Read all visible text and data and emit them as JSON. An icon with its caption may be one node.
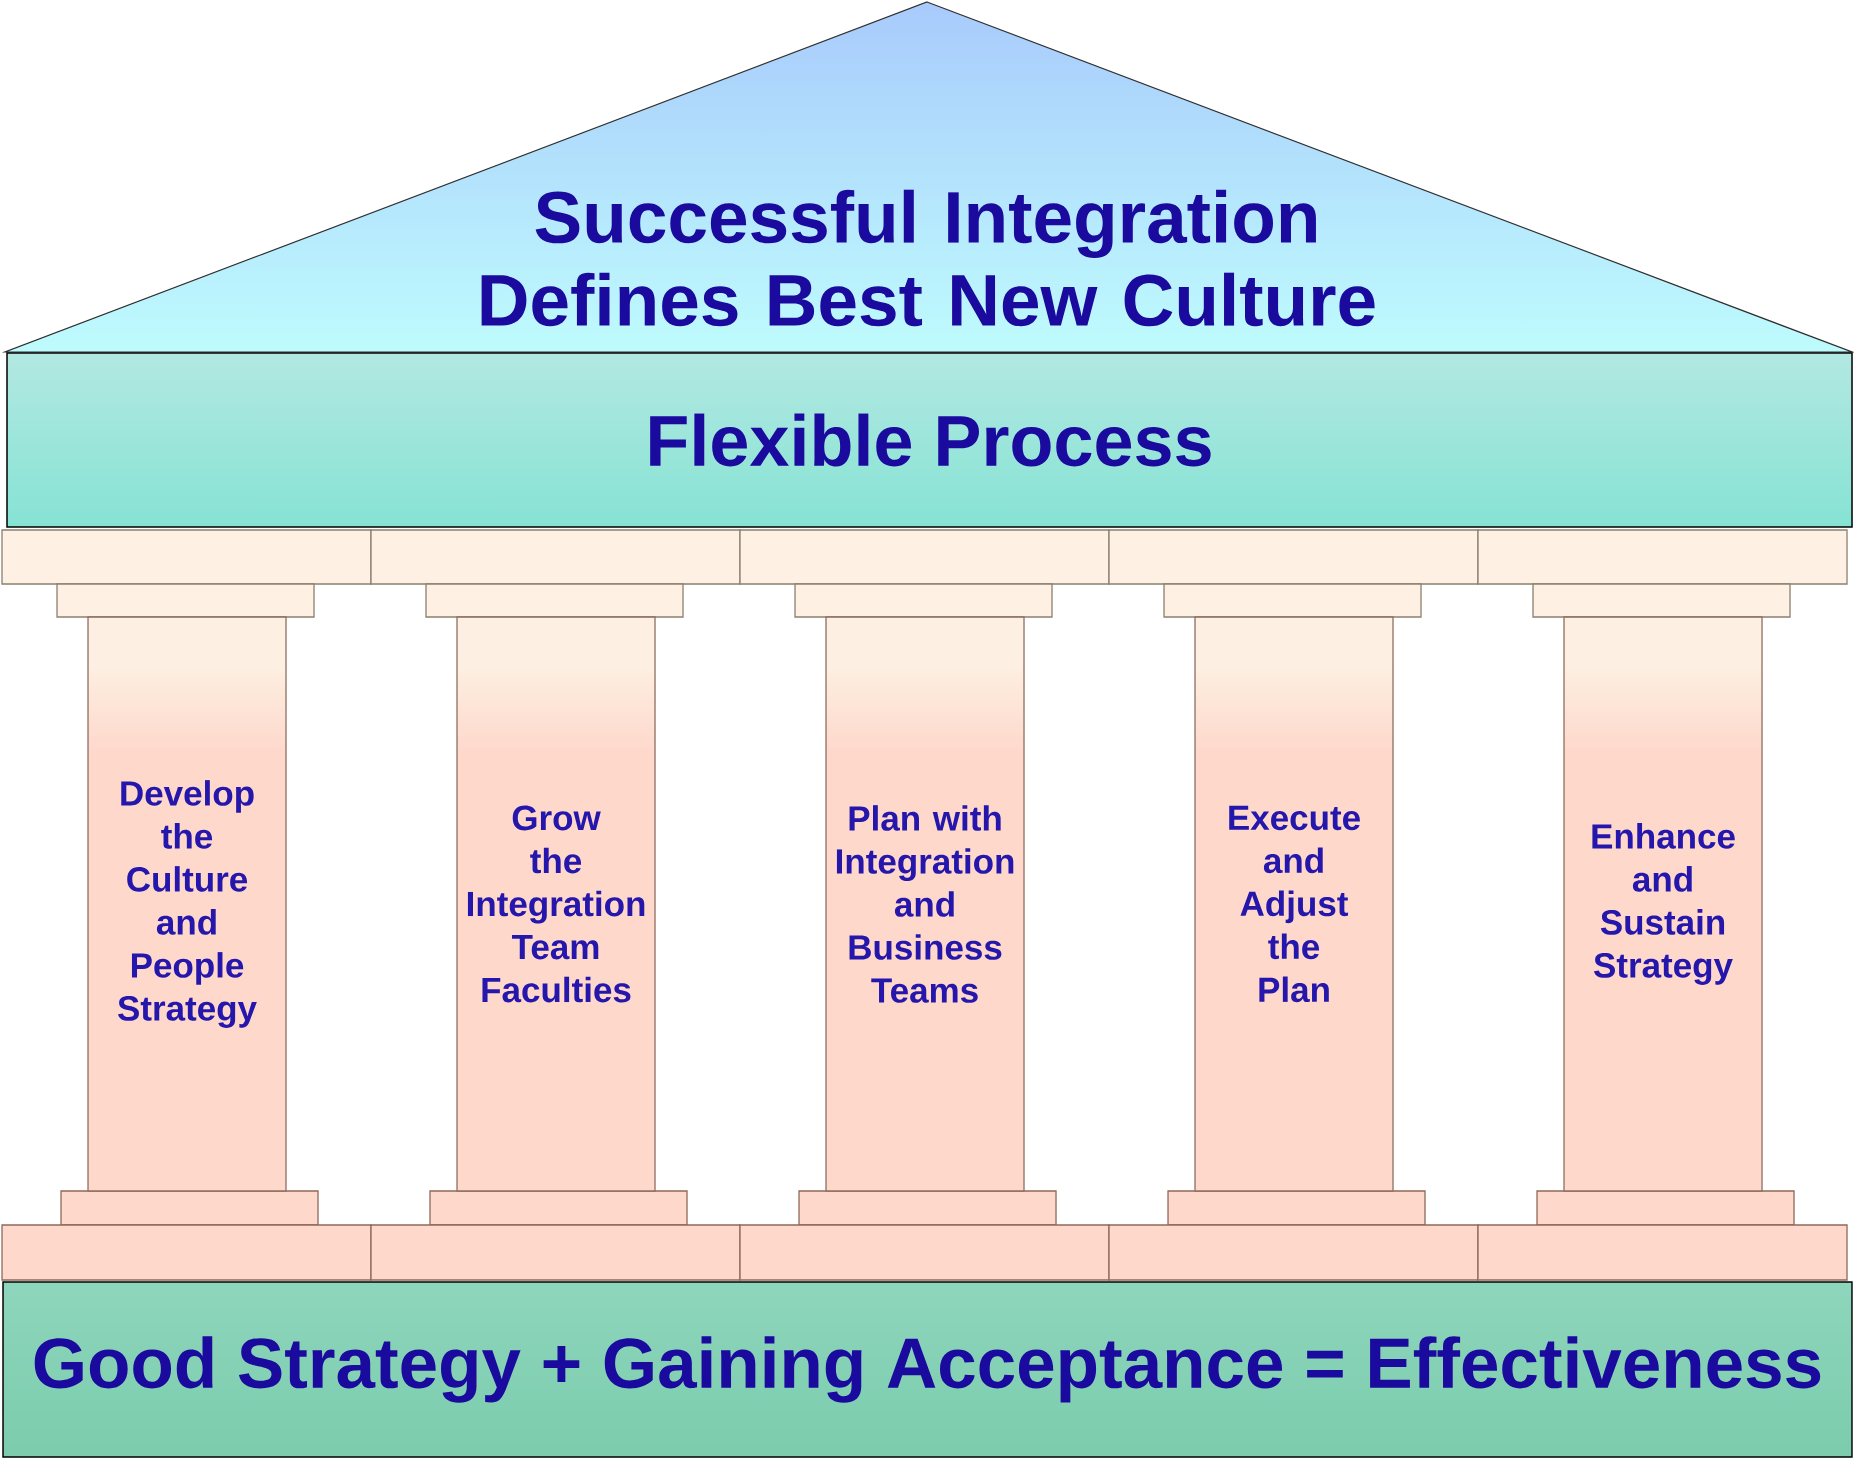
{
  "diagram": {
    "nodes": [
      {
        "text": [
          "Successful Integration Defines Best New Culture"
        ]
      },
      {
        "text": [
          "Flexible Process"
        ]
      },
      {
        "text": [
          "Develop the Culture and People Strategy"
        ]
      },
      {
        "text": [
          "Grow the Integration Team Faculties"
        ]
      },
      {
        "text": [
          "Plan with Integration and Business Teams"
        ]
      },
      {
        "text": [
          "Execute and Adjust the Plan"
        ]
      },
      {
        "text": [
          "Enhance and Sustain Strategy"
        ]
      },
      {
        "text": [
          "Good Strategy + Gaining Acceptance = Effectiveness"
        ]
      }
    ]
  }
}
